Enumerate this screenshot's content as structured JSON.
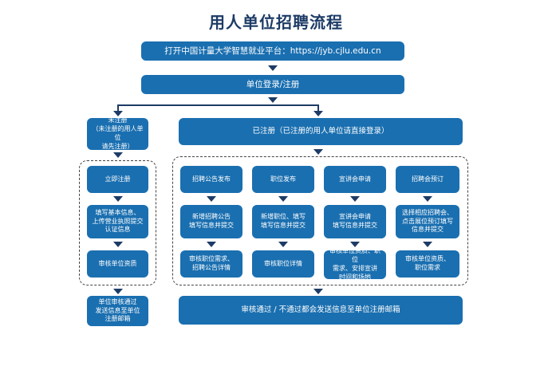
{
  "title": "用人单位招聘流程",
  "top": {
    "platform": "打开中国计量大学智慧就业平台：https://jyb.cjlu.edu.cn",
    "login": "单位登录/注册"
  },
  "left": {
    "unregistered": "未注册\n（未注册的用人单位\n请先注册）",
    "steps": [
      "立即注册",
      "填写基本信息、\n上传营业执照提交\n认证信息",
      "审核单位资质"
    ],
    "result": "单位审核通过\n发送信息至单位\n注册邮箱"
  },
  "right": {
    "registered": "已注册（已注册的用人单位请直接登录）",
    "columns": [
      {
        "head": "招聘公告发布",
        "fill": "新增招聘公告\n填写信息并提交",
        "review": "审核职位需求、\n招聘公告详情"
      },
      {
        "head": "职位发布",
        "fill": "新增职位、填写\n填写信息并提交",
        "review": "审核职位详情"
      },
      {
        "head": "宣讲会申请",
        "fill": "宣讲会申请\n填写信息并提交",
        "review": "审核单位资质、职位\n需求、安排宣讲\n时间和场地"
      },
      {
        "head": "招聘会预订",
        "fill": "选择相应招聘会、\n点击展位预订填写\n信息并提交",
        "review": "审核单位资质、\n职位需求"
      }
    ],
    "result": "审核通过 / 不通过都会发送信息至单位注册邮箱"
  },
  "colors": {
    "box": "#1a6fb0",
    "arrow": "#1d3b66",
    "title": "#1d3b66"
  }
}
